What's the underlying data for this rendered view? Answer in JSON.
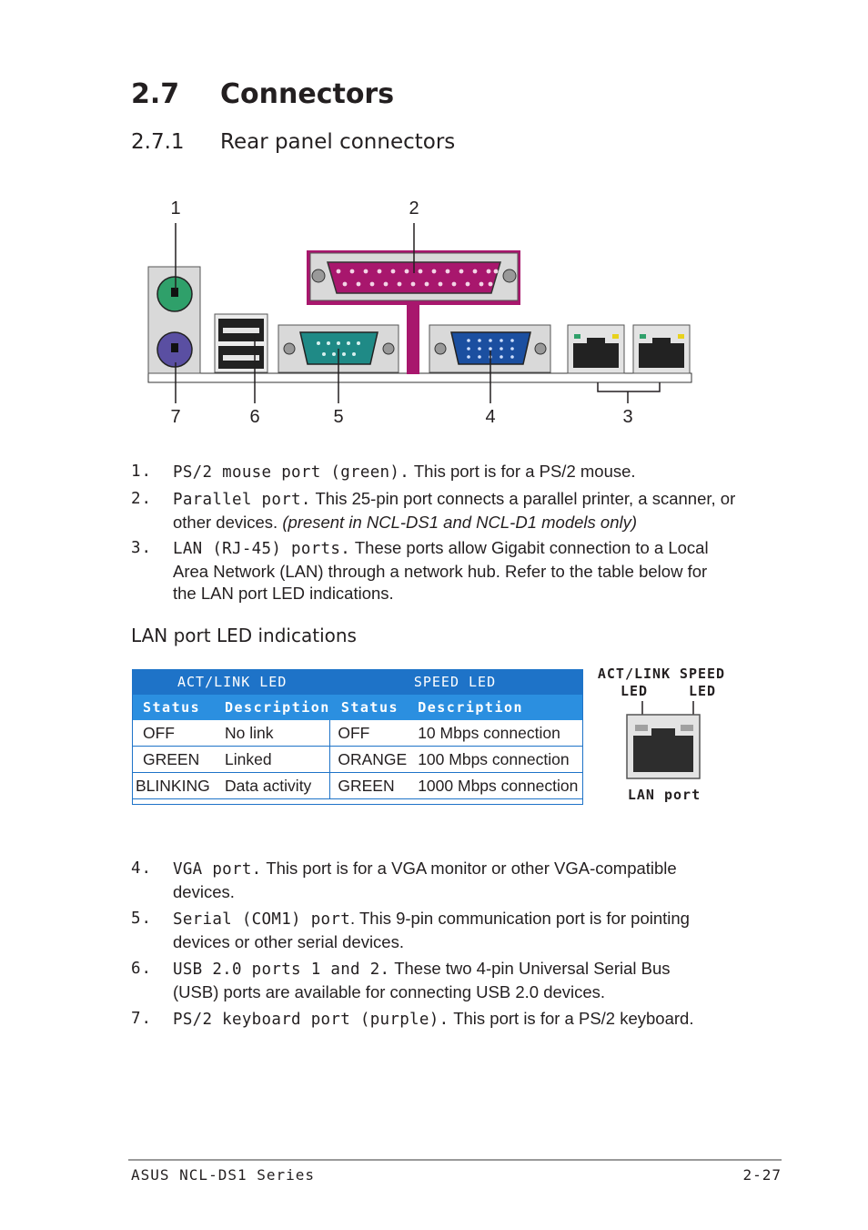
{
  "heading": {
    "number": "2.7",
    "title": "Connectors"
  },
  "subheading": {
    "number": "2.7.1",
    "title": "Rear panel connectors"
  },
  "diagram": {
    "callouts_top": [
      "1",
      "2"
    ],
    "callouts_bottom": [
      "7",
      "6",
      "5",
      "4",
      "3"
    ],
    "colors": {
      "mouse": "#2fa06a",
      "keyboard": "#5a4fa2",
      "parallel": "#a8176d",
      "serial": "#1f8a86",
      "vga": "#1b4fa0"
    }
  },
  "items_a": [
    {
      "num": "1.",
      "term": "PS/2 mouse port (green).",
      "text": " This port is for a PS/2 mouse.",
      "note": ""
    },
    {
      "num": "2.",
      "term": "Parallel port.",
      "text": " This 25-pin port connects a parallel printer, a scanner, or other devices. ",
      "note": "(present in NCL-DS1 and NCL-D1 models only)"
    },
    {
      "num": "3.",
      "term": "LAN (RJ-45) ports.",
      "text": " These ports allow Gigabit connection to a Local Area Network (LAN) through a network hub. Refer to the table below for the LAN port LED indications.",
      "note": ""
    }
  ],
  "led_section": {
    "title": "LAN port LED indications",
    "group_headers": [
      "ACT/LINK LED",
      "SPEED LED"
    ],
    "col_headers": [
      "Status",
      "Description",
      "Status",
      "Description"
    ],
    "rows": [
      [
        "OFF",
        "No link",
        "OFF",
        "10 Mbps connection"
      ],
      [
        "GREEN",
        "Linked",
        "ORANGE",
        "100 Mbps connection"
      ],
      [
        "BLINKING",
        "Data activity",
        "GREEN",
        "1000 Mbps connection"
      ]
    ],
    "port_figure": {
      "act_label_1": "ACT/LINK",
      "act_label_2": "LED",
      "speed_label_1": "SPEED",
      "speed_label_2": "LED",
      "port_label": "LAN port"
    }
  },
  "items_b": [
    {
      "num": "4.",
      "term": "VGA port.",
      "text": " This port is for a VGA monitor or other VGA-compatible devices."
    },
    {
      "num": "5.",
      "term": "Serial (COM1) port",
      "text": ". This 9-pin communication port is for pointing devices or other serial devices."
    },
    {
      "num": "6.",
      "term": "USB 2.0 ports 1 and 2.",
      "text": " These two 4-pin Universal Serial Bus (USB) ports are available for connecting USB 2.0 devices."
    },
    {
      "num": "7.",
      "term": "PS/2 keyboard port (purple).",
      "text": " This port is for a PS/2 keyboard."
    }
  ],
  "footer": {
    "left": "ASUS NCL-DS1 Series",
    "right": "2-27"
  }
}
